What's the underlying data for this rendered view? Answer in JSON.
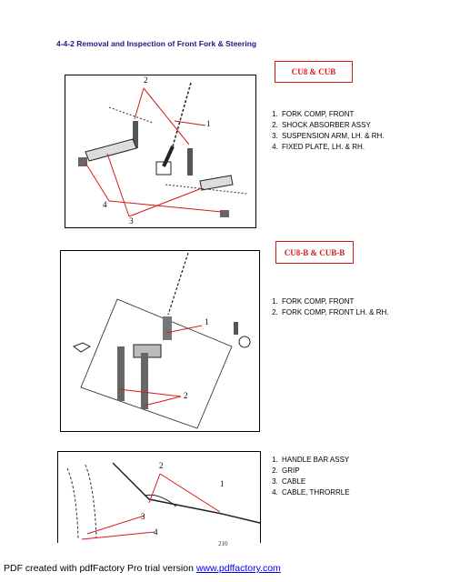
{
  "section_title": "4-4-2 Removal and Inspection of Front Fork & Steering",
  "panel1": {
    "tag": "CU8 & CUB",
    "callouts": [
      "2",
      "1",
      "4",
      "3"
    ],
    "parts": [
      "FORK COMP, FRONT",
      "SHOCK ABSORBER ASSY",
      "SUSPENSION ARM, LH. & RH.",
      "FIXED PLATE, LH. & RH."
    ]
  },
  "panel2": {
    "tag": "CU8-B & CUB-B",
    "callouts": [
      "1",
      "2"
    ],
    "parts": [
      "FORK COMP, FRONT",
      "FORK COMP, FRONT LH. & RH."
    ]
  },
  "panel3": {
    "callouts": [
      "2",
      "1",
      "3",
      "4"
    ],
    "parts": [
      "HANDLE BAR ASSY",
      "GRIP",
      "CABLE",
      "CABLE, THRORRLE"
    ]
  },
  "page_number": "210",
  "footer": {
    "text": "PDF created with pdfFactory Pro trial version ",
    "link": "www.pdffactory.com"
  },
  "colors": {
    "title": "#1a1a8c",
    "accent_red": "#d81818",
    "link": "#0000ee"
  }
}
